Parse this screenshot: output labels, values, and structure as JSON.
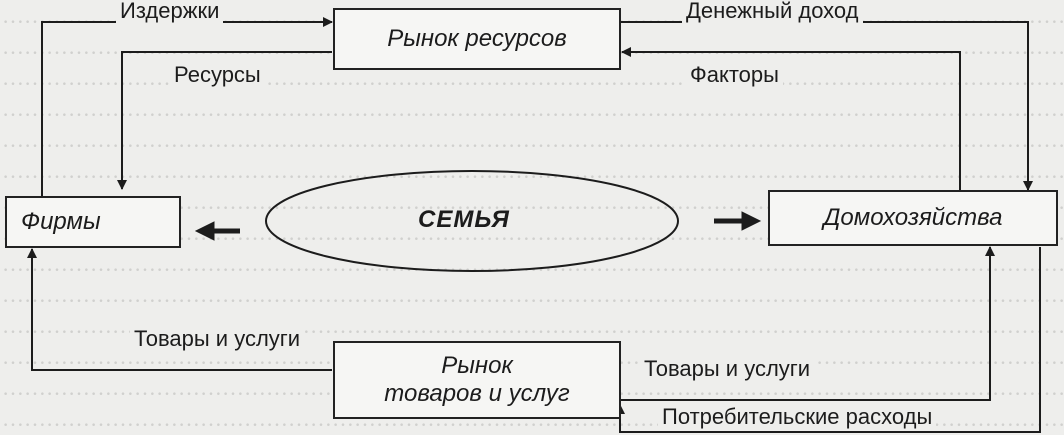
{
  "nodes": {
    "resource_market": "Рынок ресурсов",
    "goods_market_line1": "Рынок",
    "goods_market_line2": "товаров и услуг",
    "firms": "Фирмы",
    "households": "Домохозяйства",
    "family": "СЕМЬЯ"
  },
  "flows": {
    "costs": "Издержки",
    "resources": "Ресурсы",
    "money_income": "Денежный доход",
    "factors": "Факторы",
    "goods_left": "Товары и услуги",
    "goods_right": "Товары и услуги",
    "consumer_spending": "Потребительские расходы"
  }
}
